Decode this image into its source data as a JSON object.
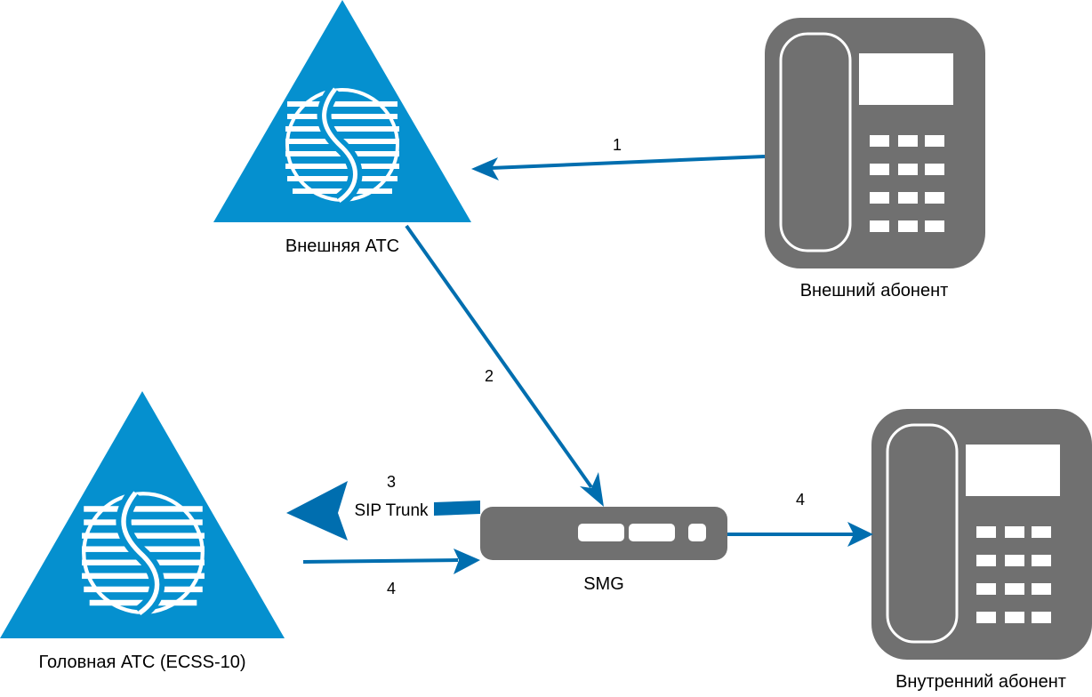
{
  "diagram": {
    "colors": {
      "pbx": "#0590CF",
      "phone": "#707070",
      "arrow": "#006EAF",
      "white": "#ffffff"
    },
    "nodes": {
      "external_pbx": {
        "label": "Внешняя АТС",
        "icon": "pbx-triangle-icon"
      },
      "external_subscriber": {
        "label": "Внешний абонент",
        "icon": "desk-phone-icon"
      },
      "head_pbx": {
        "label": "Головная АТС (ECSS-10)",
        "icon": "pbx-triangle-icon"
      },
      "smg": {
        "label": "SMG",
        "icon": "gateway-device-icon"
      },
      "internal_subscriber": {
        "label": "Внутренний абонент",
        "icon": "desk-phone-icon"
      }
    },
    "edges": [
      {
        "step": "1",
        "from": "Внешний абонент",
        "to": "Внешняя АТС"
      },
      {
        "step": "2",
        "from": "Внешняя АТС",
        "to": "SMG"
      },
      {
        "step": "3",
        "from": "SMG",
        "to": "Головная АТС (ECSS-10)",
        "label": "SIP Trunk"
      },
      {
        "step": "4",
        "from": "Головная АТС (ECSS-10)",
        "to": "SMG"
      },
      {
        "step": "4",
        "from": "SMG",
        "to": "Внутренний абонент"
      }
    ]
  }
}
